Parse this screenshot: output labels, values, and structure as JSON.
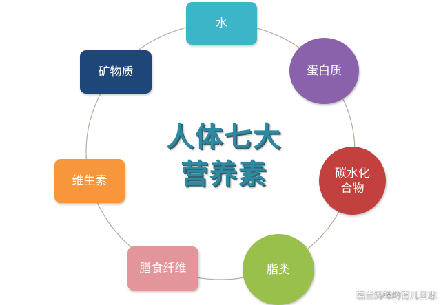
{
  "title_lines": [
    "人体七大",
    "营养素"
  ],
  "nodes": {
    "water": {
      "label": "水",
      "color": "#3cb5c9"
    },
    "protein": {
      "label": "蛋白质",
      "color": "#8a62ab"
    },
    "carbohydrate": {
      "label": "碳水化合物",
      "color": "#c2403d"
    },
    "fat": {
      "label": "脂类",
      "color": "#98c04b"
    },
    "fiber": {
      "label": "膳食纤维",
      "color": "#e3959c"
    },
    "vitamin": {
      "label": "维生素",
      "color": "#f7963b"
    },
    "mineral": {
      "label": "矿物质",
      "color": "#1e4679"
    }
  },
  "watermark": "若兰妈咪的育儿日志"
}
